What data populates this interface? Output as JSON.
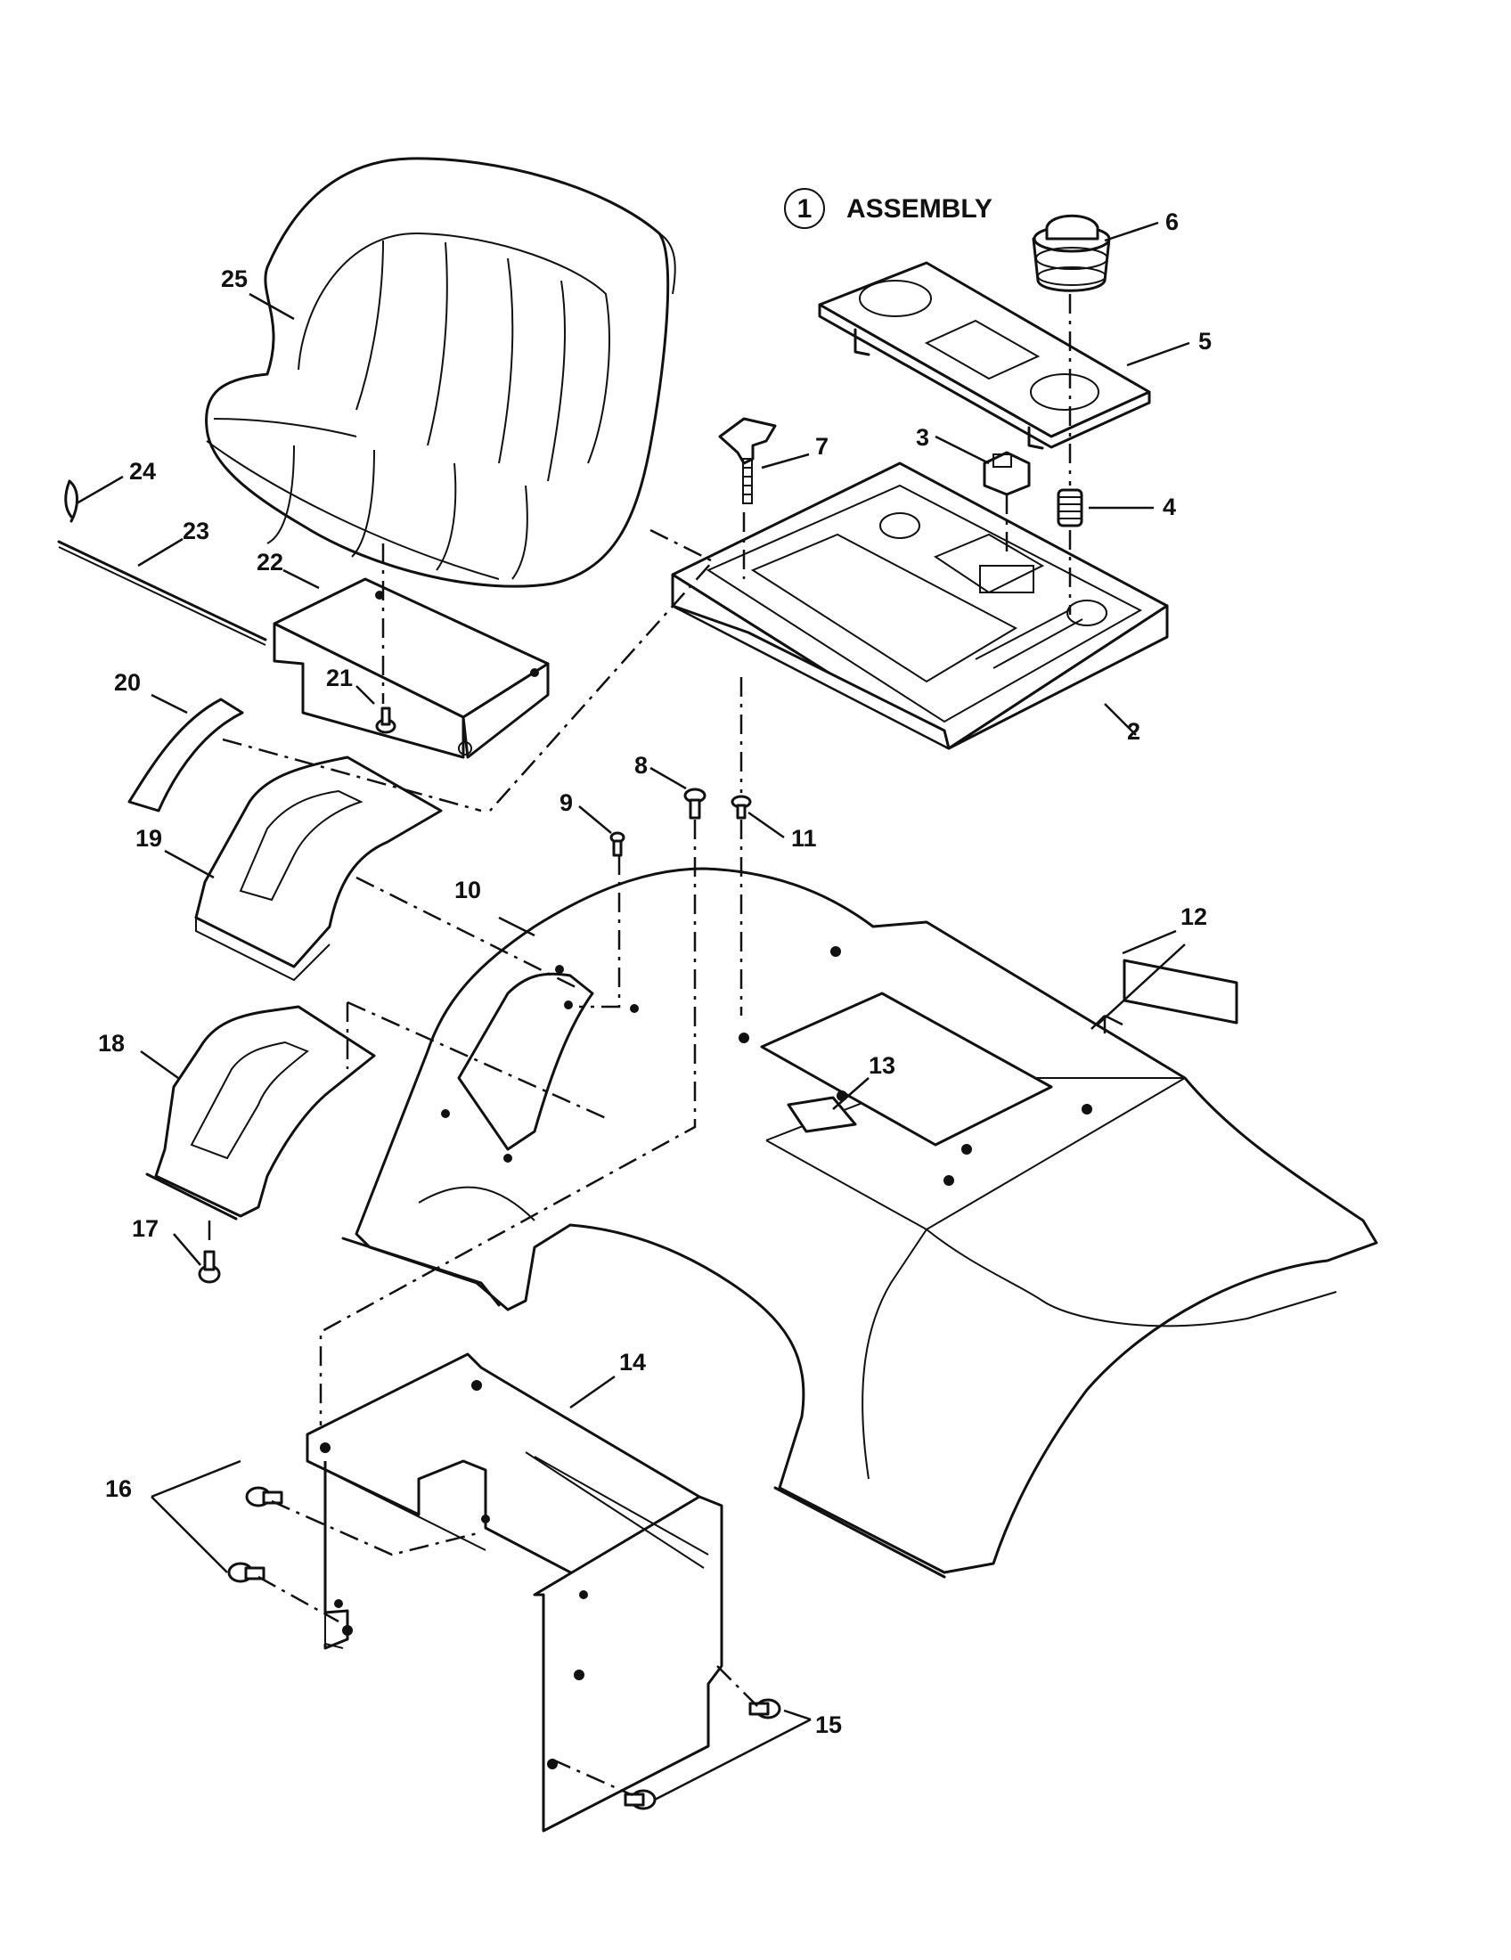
{
  "assembly": {
    "number": "1",
    "label": "ASSEMBLY"
  },
  "callouts": [
    {
      "id": "c2",
      "text": "2"
    },
    {
      "id": "c3",
      "text": "3"
    },
    {
      "id": "c4",
      "text": "4"
    },
    {
      "id": "c5",
      "text": "5"
    },
    {
      "id": "c6",
      "text": "6"
    },
    {
      "id": "c7",
      "text": "7"
    },
    {
      "id": "c8",
      "text": "8"
    },
    {
      "id": "c9",
      "text": "9"
    },
    {
      "id": "c10",
      "text": "10"
    },
    {
      "id": "c11",
      "text": "11"
    },
    {
      "id": "c12",
      "text": "12"
    },
    {
      "id": "c13",
      "text": "13"
    },
    {
      "id": "c14",
      "text": "14"
    },
    {
      "id": "c15",
      "text": "15"
    },
    {
      "id": "c16",
      "text": "16"
    },
    {
      "id": "c17",
      "text": "17"
    },
    {
      "id": "c18",
      "text": "18"
    },
    {
      "id": "c19",
      "text": "19"
    },
    {
      "id": "c20",
      "text": "20"
    },
    {
      "id": "c21",
      "text": "21"
    },
    {
      "id": "c22",
      "text": "22"
    },
    {
      "id": "c23",
      "text": "23"
    },
    {
      "id": "c24",
      "text": "24"
    },
    {
      "id": "c25",
      "text": "25"
    }
  ]
}
